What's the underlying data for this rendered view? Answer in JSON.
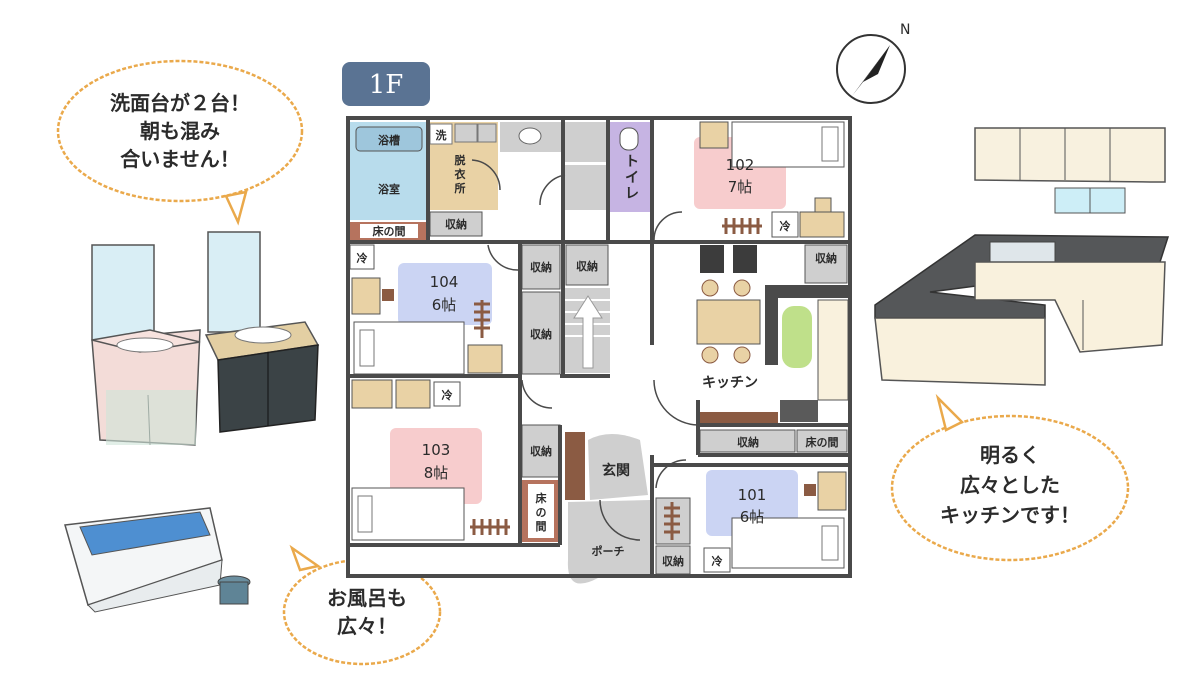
{
  "floor_badge": "1F",
  "compass_label": "N",
  "bubbles": {
    "sinks": [
      "洗面台が２台！",
      "朝も混み",
      "合いません！"
    ],
    "bath": [
      "お風呂も",
      "広々！"
    ],
    "kitchen": [
      "明るく",
      "広々とした",
      "キッチンです！"
    ]
  },
  "labels": {
    "bathtub": "浴槽",
    "bathroom": "浴室",
    "wash": "洗",
    "dressing": [
      "脱",
      "衣",
      "所"
    ],
    "storage": "収納",
    "alcove": "床の間",
    "alcove_vertical": [
      "床",
      "の",
      "間"
    ],
    "fridge": "冷",
    "toilet": [
      "ト",
      "イ",
      "レ"
    ],
    "kitchen": "キッチン",
    "entrance": "玄関",
    "porch": "ポーチ"
  },
  "rooms": {
    "r102": {
      "number": "102",
      "size": "7帖"
    },
    "r104": {
      "number": "104",
      "size": "6帖"
    },
    "r103": {
      "number": "103",
      "size": "8帖"
    },
    "r101": {
      "number": "101",
      "size": "6帖"
    }
  },
  "colors": {
    "badge": "#5a7393",
    "bubble_stroke": "#eaa94b",
    "pink": "#f6c7c8",
    "blue": "#c5cff2",
    "bath_blue": "#b8dcec",
    "wood": "#e9d2a5",
    "wood_dark": "#8b5b43",
    "toilet_purple": "#c6b4e3",
    "gray": "#cfcfcf",
    "wall": "#4a4a4a",
    "green": "#bfe08a"
  }
}
